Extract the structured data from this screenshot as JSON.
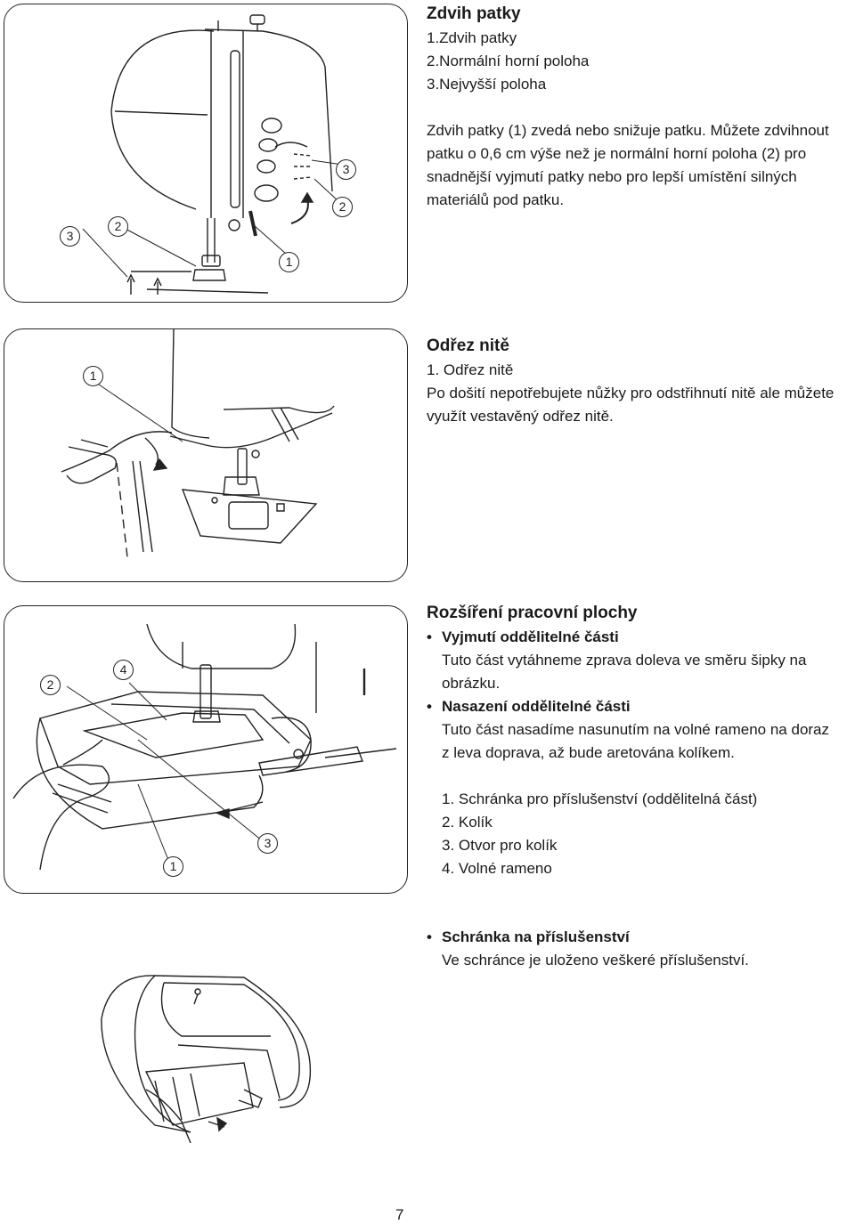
{
  "presser_foot": {
    "title": "Zdvih patky",
    "items": [
      "1.Zdvih patky",
      "2.Normální horní poloha",
      "3.Nejvyšší poloha"
    ],
    "paragraph": [
      "Zdvih patky (1) zvedá nebo snižuje patku. Můžete zdvihnout",
      "patku o 0,6 cm výše než je normální horní poloha (2) pro",
      "snadnější vyjmutí patky nebo pro lepší umístění silných",
      "materiálů pod patku."
    ],
    "callouts": [
      "3",
      "2",
      "1",
      "3",
      "2"
    ]
  },
  "thread_cutter": {
    "title": "Odřez nitě",
    "item": "1. Odřez nitě",
    "paragraph": [
      "Po došití nepotřebujete nůžky pro odstřihnutí nitě ale můžete",
      "využít vestavěný odřez nitě."
    ],
    "callouts": [
      "1"
    ]
  },
  "work_area": {
    "title": "Rozšíření pracovní plochy",
    "remove_title": "Vyjmutí oddělitelné části",
    "remove_text": [
      "Tuto část vytáhneme zprava doleva ve směru šipky na",
      "obrázku."
    ],
    "attach_title": "Nasazení oddělitelné části",
    "attach_text": [
      "Tuto část nasadíme nasunutím na volné rameno na doraz",
      "z leva doprava, až bude aretována kolíkem."
    ],
    "parts": [
      "1. Schránka pro příslušenství (oddělitelná část)",
      "2. Kolík",
      "3. Otvor pro kolík",
      "4. Volné rameno"
    ],
    "callouts": [
      "2",
      "4",
      "3",
      "1"
    ]
  },
  "accessory_box": {
    "title": "Schránka na příslušenství",
    "text": "Ve schránce je uloženo veškeré příslušenství."
  },
  "page_number": "7"
}
